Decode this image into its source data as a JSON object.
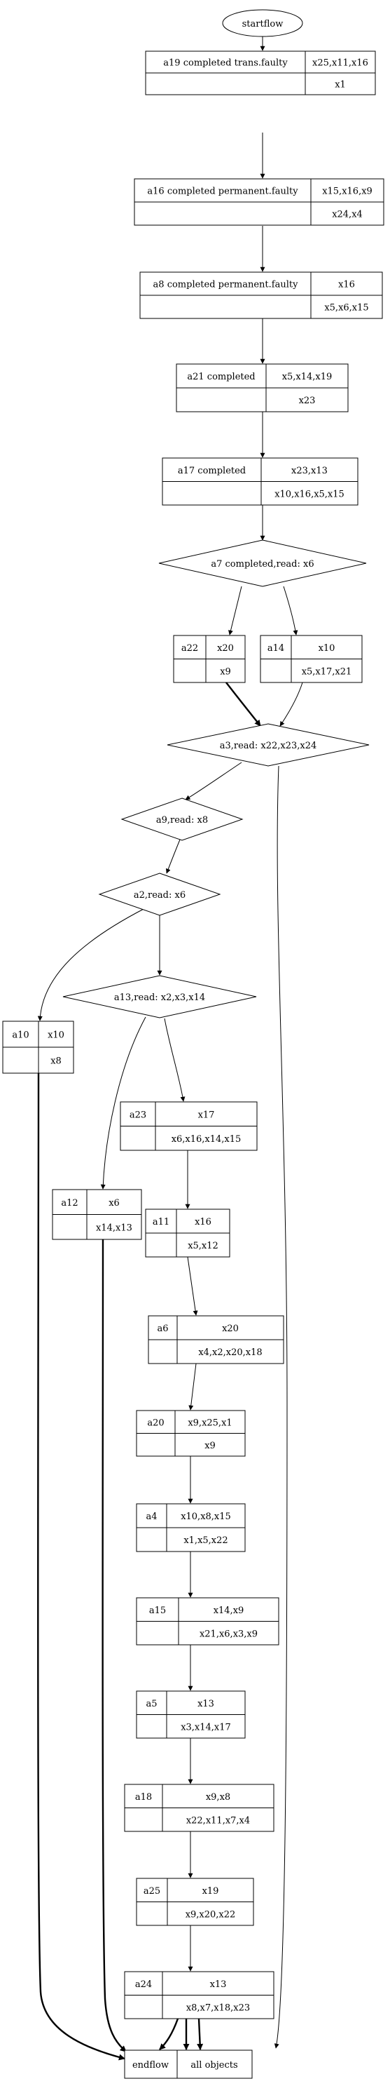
{
  "start": "startflow",
  "nodes": [
    {
      "id": "a19",
      "label": "a19 completed trans.faulty",
      "top": "x25,x11,x16",
      "bottom": "x1"
    },
    {
      "id": "a16",
      "label": "a16 completed permanent.faulty",
      "top": "x15,x16,x9",
      "bottom": "x24,x4"
    },
    {
      "id": "a8",
      "label": "a8 completed permanent.faulty",
      "top": "x16",
      "bottom": "x5,x6,x15"
    },
    {
      "id": "a21",
      "label": "a21 completed",
      "top": "x5,x14,x19",
      "bottom": "x23"
    },
    {
      "id": "a17",
      "label": "a17 completed",
      "top": "x23,x13",
      "bottom": "x10,x16,x5,x15"
    },
    {
      "id": "a22",
      "label": "a22",
      "top": "x20",
      "bottom": "x9"
    },
    {
      "id": "a14",
      "label": "a14",
      "top": "x10",
      "bottom": "x5,x17,x21"
    },
    {
      "id": "a10",
      "label": "a10",
      "top": "x10",
      "bottom": "x8"
    },
    {
      "id": "a23",
      "label": "a23",
      "top": "x17",
      "bottom": "x6,x16,x14,x15"
    },
    {
      "id": "a12",
      "label": "a12",
      "top": "x6",
      "bottom": "x14,x13"
    },
    {
      "id": "a11",
      "label": "a11",
      "top": "x16",
      "bottom": "x5,x12"
    },
    {
      "id": "a6",
      "label": "a6",
      "top": "x20",
      "bottom": "x4,x2,x20,x18"
    },
    {
      "id": "a20",
      "label": "a20",
      "top": "x9,x25,x1",
      "bottom": "x9"
    },
    {
      "id": "a4",
      "label": "a4",
      "top": "x10,x8,x15",
      "bottom": "x1,x5,x22"
    },
    {
      "id": "a15",
      "label": "a15",
      "top": "x14,x9",
      "bottom": "x21,x6,x3,x9"
    },
    {
      "id": "a5",
      "label": "a5",
      "top": "x13",
      "bottom": "x3,x14,x17"
    },
    {
      "id": "a18",
      "label": "a18",
      "top": "x9,x8",
      "bottom": "x22,x11,x7,x4"
    },
    {
      "id": "a25",
      "label": "a25",
      "top": "x19",
      "bottom": "x9,x20,x22"
    },
    {
      "id": "a24",
      "label": "a24",
      "top": "x13",
      "bottom": "x8,x7,x18,x23"
    }
  ],
  "decisions": [
    {
      "id": "a7",
      "label": "a7 completed,read: x6"
    },
    {
      "id": "a3",
      "label": "a3,read: x22,x23,x24"
    },
    {
      "id": "a9",
      "label": "a9,read: x8"
    },
    {
      "id": "a2",
      "label": "a2,read: x6"
    },
    {
      "id": "a13",
      "label": "a13,read: x2,x3,x14"
    }
  ],
  "end": {
    "left": "endflow",
    "right": "all objects"
  }
}
